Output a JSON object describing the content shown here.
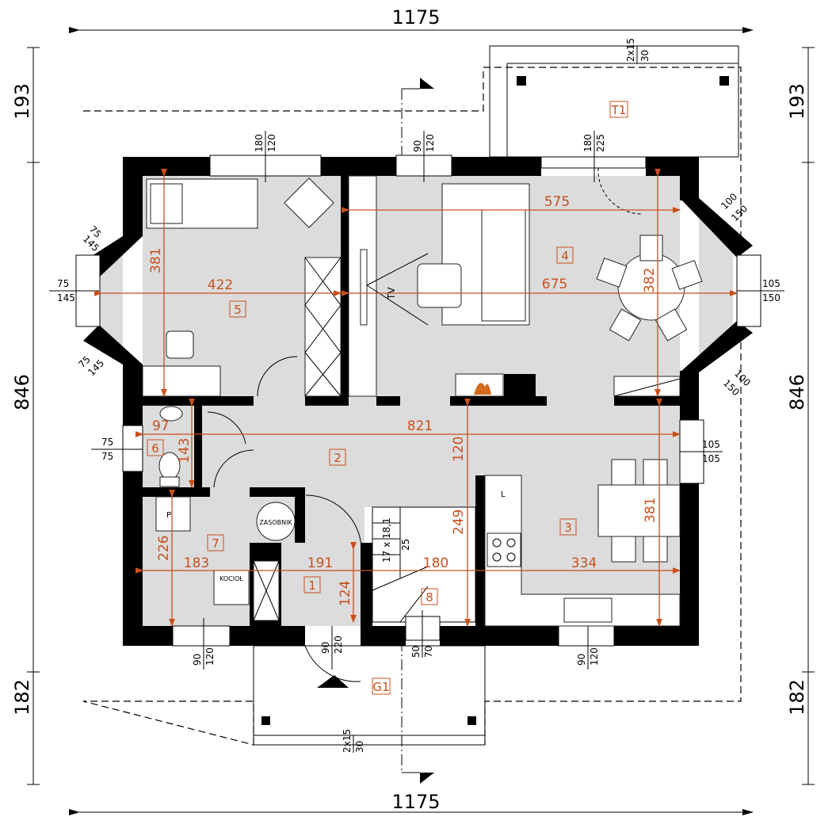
{
  "overall": {
    "top_width": "1175",
    "bottom_width": "1175",
    "left": [
      "193",
      "846",
      "182"
    ],
    "right": [
      "193",
      "846",
      "182"
    ]
  },
  "rooms": {
    "r1": "1",
    "r2": "2",
    "r3": "3",
    "r4": "4",
    "r5": "5",
    "r6": "6",
    "r7": "7",
    "r8": "8",
    "t1": "T1",
    "g1": "G1"
  },
  "dims": {
    "room5_width": "422",
    "room5_depth": "381",
    "room4_width_top": "575",
    "room4_width": "675",
    "room4_depth": "382",
    "hall_width": "821",
    "wc_width": "97",
    "wc_depth": "143",
    "hall_depth": "120",
    "kitchen_height": "249",
    "room7_depth": "226",
    "room7_width": "183",
    "room1_width": "191",
    "room1_depth": "124",
    "stairs_width": "180",
    "kitchen_width": "334",
    "kitchen_depth": "381"
  },
  "openings": [
    {
      "w": "180",
      "h": "120"
    },
    {
      "w": "90",
      "h": "120"
    },
    {
      "w": "180",
      "h": "225"
    },
    {
      "w": "100",
      "h": "150"
    },
    {
      "w": "105",
      "h": "150"
    },
    {
      "w": "100",
      "h": "150"
    },
    {
      "w": "105",
      "h": "105"
    },
    {
      "w": "90",
      "h": "120"
    },
    {
      "w": "50",
      "h": "70"
    },
    {
      "w": "90",
      "h": "220"
    },
    {
      "w": "90",
      "h": "120"
    },
    {
      "w": "75",
      "h": "75"
    },
    {
      "w": "75",
      "h": "145"
    },
    {
      "w": "75",
      "h": "145"
    },
    {
      "w": "75",
      "h": "145"
    }
  ],
  "labels": {
    "tv": "TV",
    "tank": "ZASOBNIK",
    "boiler": "KOCIOŁ",
    "p": "P",
    "l": "L",
    "stairs": "17 x 18,1",
    "stairs_tread": "25",
    "steps_top": "2x15",
    "steps_top_depth": "30",
    "steps_bottom": "2x15",
    "steps_bottom_depth": "30"
  },
  "colors": {
    "dimension": "#c8501e",
    "floor": "#dcdcdc",
    "wall": "#000000"
  }
}
